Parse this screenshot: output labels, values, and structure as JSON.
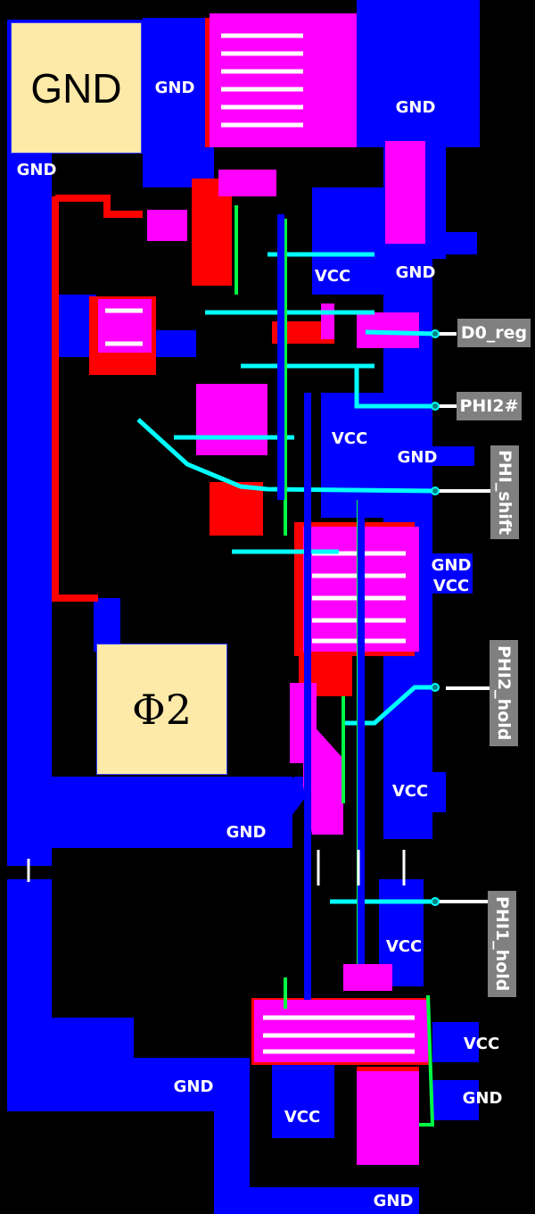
{
  "pads": {
    "gnd": "GND",
    "phi2": "Φ2"
  },
  "pins": {
    "d0_reg": "D0_reg",
    "phi2_n": "PHI2#",
    "phi_shift": "PHI_shift",
    "phi2_hold": "PHI2_hold",
    "phi1_hold": "PHI1_hold"
  },
  "rail_labels": [
    "GND",
    "GND",
    "GND",
    "VCC",
    "GND",
    "VCC",
    "GND",
    "GND",
    "VCC",
    "VCC",
    "GND",
    "VCC",
    "VCC",
    "GND",
    "GND",
    "VCC",
    "GND"
  ],
  "colors": {
    "metal1": "#0000ff",
    "poly": "#ff0000",
    "diffusion": "#ff00ff",
    "metal2": "#00ffff",
    "contact": "#00ff44",
    "pad": "#fde9a8",
    "pin_label_bg": "#808080"
  }
}
